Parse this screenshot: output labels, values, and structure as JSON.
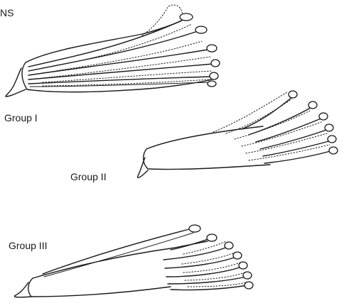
{
  "corner_text": "NS",
  "groups": [
    {
      "label": "Group I"
    },
    {
      "label": "Group II"
    },
    {
      "label": "Group III"
    }
  ]
}
